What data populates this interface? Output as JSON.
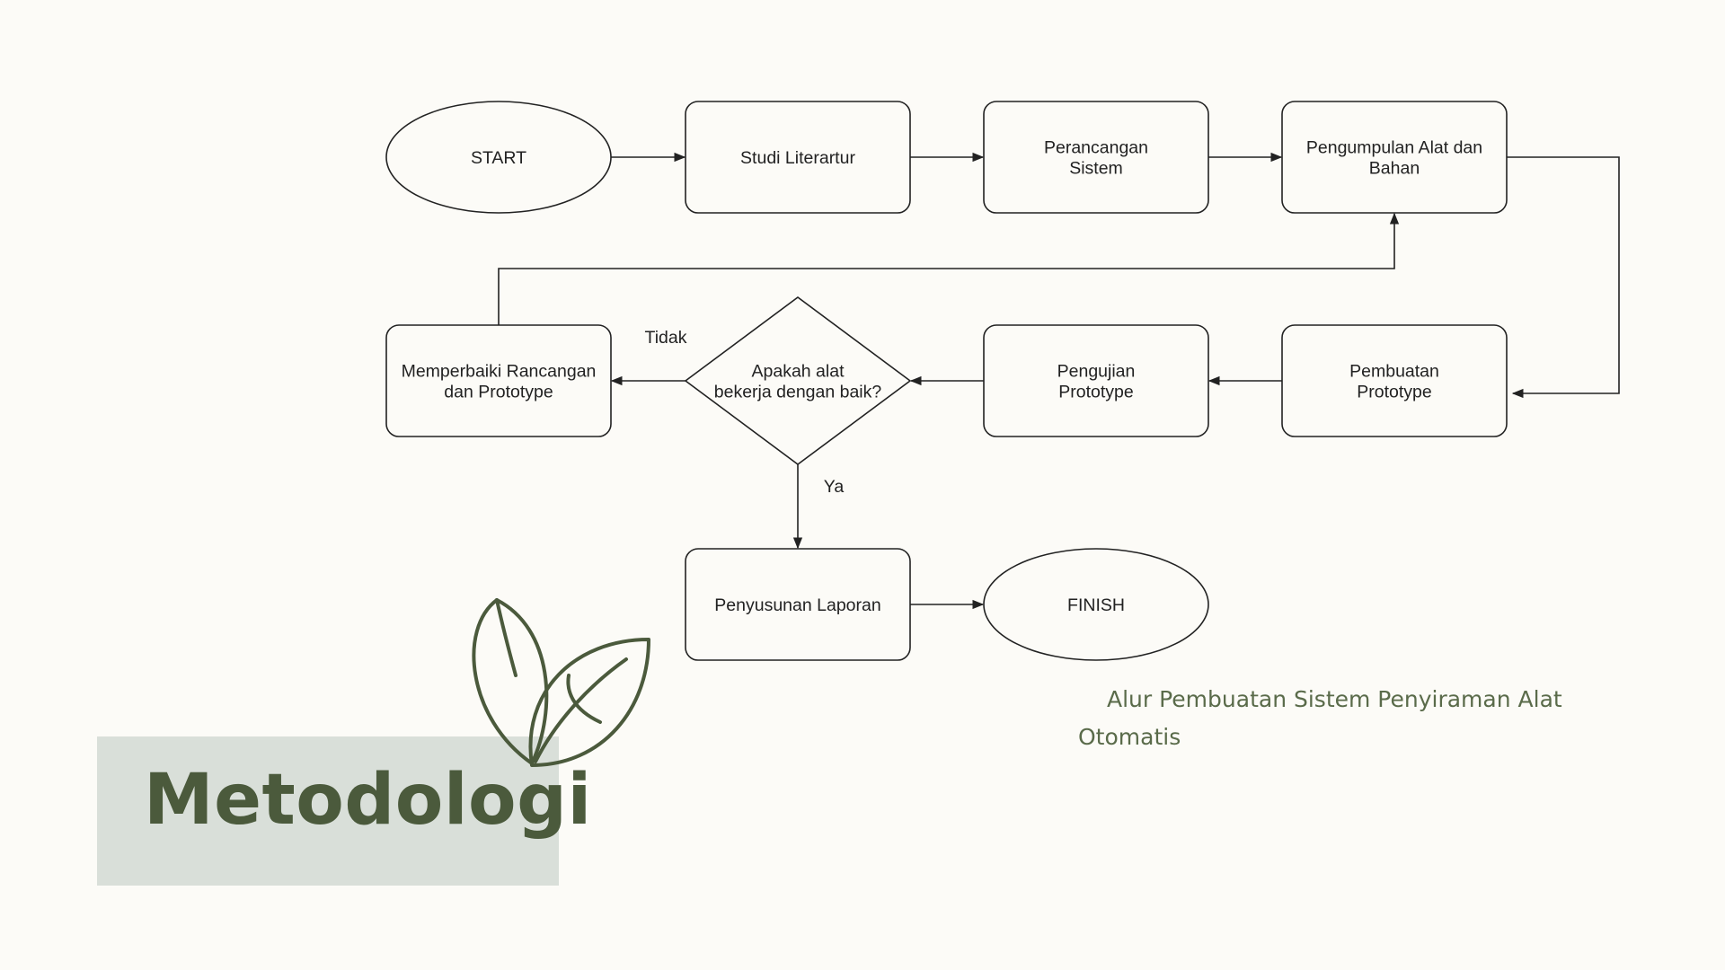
{
  "diagram": {
    "nodes": [
      {
        "id": "start",
        "lines": [
          "START"
        ],
        "shape": "ellipse"
      },
      {
        "id": "studi",
        "lines": [
          "Studi Literartur"
        ],
        "shape": "rounded-rect"
      },
      {
        "id": "perancangan",
        "lines": [
          "Perancangan",
          "Sistem"
        ],
        "shape": "rounded-rect"
      },
      {
        "id": "pengumpulan",
        "lines": [
          "Pengumpulan Alat dan",
          "Bahan"
        ],
        "shape": "rounded-rect"
      },
      {
        "id": "pembuatan",
        "lines": [
          "Pembuatan",
          "Prototype"
        ],
        "shape": "rounded-rect"
      },
      {
        "id": "pengujian",
        "lines": [
          "Pengujian",
          "Prototype"
        ],
        "shape": "rounded-rect"
      },
      {
        "id": "decision",
        "lines": [
          "Apakah alat",
          "bekerja dengan baik?"
        ],
        "shape": "diamond"
      },
      {
        "id": "perbaiki",
        "lines": [
          "Memperbaiki Rancangan",
          "dan Prototype"
        ],
        "shape": "rounded-rect"
      },
      {
        "id": "laporan",
        "lines": [
          "Penyusunan Laporan"
        ],
        "shape": "rounded-rect"
      },
      {
        "id": "finish",
        "lines": [
          "FINISH"
        ],
        "shape": "ellipse"
      }
    ],
    "edges": [
      {
        "from": "start",
        "to": "studi",
        "label": ""
      },
      {
        "from": "studi",
        "to": "perancangan",
        "label": ""
      },
      {
        "from": "perancangan",
        "to": "pengumpulan",
        "label": ""
      },
      {
        "from": "pengumpulan",
        "to": "pembuatan",
        "label": ""
      },
      {
        "from": "pembuatan",
        "to": "pengujian",
        "label": ""
      },
      {
        "from": "pengujian",
        "to": "decision",
        "label": ""
      },
      {
        "from": "decision",
        "to": "perbaiki",
        "label": "Tidak"
      },
      {
        "from": "perbaiki",
        "to": "pengumpulan",
        "label": ""
      },
      {
        "from": "decision",
        "to": "laporan",
        "label": "Ya"
      },
      {
        "from": "laporan",
        "to": "finish",
        "label": ""
      }
    ]
  },
  "caption": "Alur Pembuatan Sistem Penyiraman Alat Otomatis",
  "title": "Metodologi",
  "colors": {
    "background": "#fcfbf7",
    "title_box": "#d9dfd9",
    "accent_green": "#4b5a3c",
    "stroke": "#222222"
  },
  "icons": [
    "leaves-icon"
  ]
}
